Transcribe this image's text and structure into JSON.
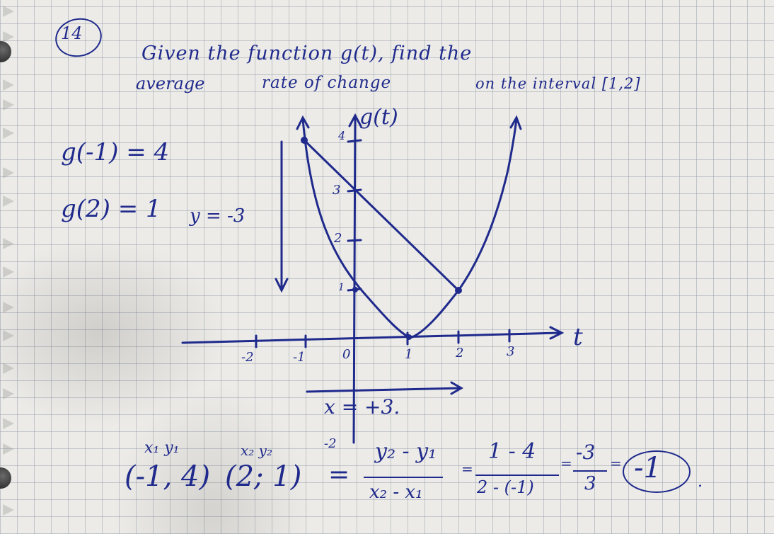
{
  "problem_number": "14",
  "question_line1": "Given the function g(t), find the",
  "question_line2": "average",
  "question_line3": "rate of change",
  "question_line4": "on the interval [1,2]",
  "given": {
    "g_minus1": "g(-1) = 4",
    "g_2": "g(2) = 1",
    "y_change": "y = -3"
  },
  "graph": {
    "y_axis_label": "g(t)",
    "x_axis_label": "t",
    "x_ticks": [
      "-2",
      "-1",
      "0",
      "1",
      "2",
      "3"
    ],
    "y_ticks": [
      "4",
      "3",
      "2",
      "1"
    ],
    "x_change": "x = +3.",
    "below_label": "-2",
    "points": [
      {
        "t": -1,
        "g": 4
      },
      {
        "t": 2,
        "g": 1
      },
      {
        "t": 1,
        "g": 0
      },
      {
        "t": 0,
        "g": 1
      }
    ]
  },
  "work": {
    "point_labels_1": "x₁   y₁",
    "point1": "(-1, 4)",
    "point_labels_2": "x₂ y₂",
    "point2": "(2; 1)",
    "equals": "=",
    "formula_num": "y₂ - y₁",
    "formula_den": "x₂ - x₁",
    "step_num": "1 - 4",
    "step_den": "2 - (-1)",
    "result_num": "-3",
    "result_den": "3",
    "answer": "-1",
    "eq_sign": "="
  },
  "ink_color": "#1f2a8c"
}
